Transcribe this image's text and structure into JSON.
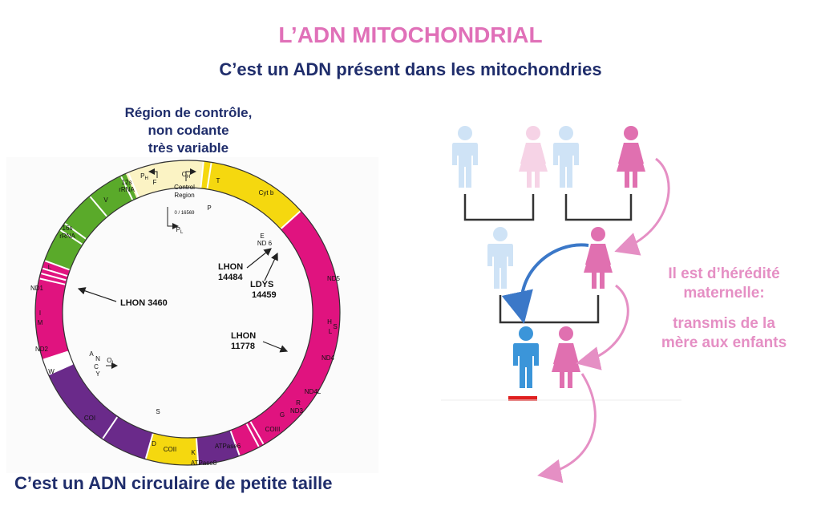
{
  "title": "L’ADN MITOCHONDRIAL",
  "subtitle": "C’est un ADN présent dans les mitochondries",
  "control_region_note": [
    "Région de contrôle,",
    "non codante",
    "très variable"
  ],
  "bottom_caption": "C’est un ADN circulaire de petite taille",
  "heredity_text": {
    "line1": "Il est d’hérédité",
    "line2": "maternelle:",
    "line3": "transmis de la",
    "line4": "mère aux enfants"
  },
  "map": {
    "control_region": [
      "Control",
      "Region"
    ],
    "position": "0 / 16569",
    "labels": {
      "oh": "O",
      "oh_sub": "H",
      "ph": "P",
      "ph_sub": "H",
      "pl": "P",
      "pl_sub": "L",
      "ol": "O",
      "ol_sub": "L",
      "t": "T",
      "p": "P",
      "f": "F",
      "v": "V",
      "l": "L",
      "i": "I",
      "m": "M",
      "w": "W",
      "a": "A",
      "n": "N",
      "c": "C",
      "y": "Y",
      "s": "S",
      "d": "D",
      "k": "K",
      "g": "G",
      "r": "R",
      "e": "E",
      "h": "H",
      "s2": "S",
      "l2": "L",
      "rrna12": [
        "12s",
        "rRNA"
      ],
      "rrna16": [
        "16s",
        "rRNA"
      ],
      "cytb": "Cyt b",
      "nd6": "ND 6",
      "nd5": "ND5",
      "nd4": "ND4",
      "nd4l": "ND4L",
      "nd3": "ND3",
      "coiii": "COIII",
      "atpase6": "ATPase6",
      "atpase8": "ATPase8",
      "coii": "COII",
      "coi": "COI",
      "nd2": "ND2",
      "nd1": "ND1"
    },
    "mutations": {
      "lhon3460": "LHON  3460",
      "lhon14484": [
        "LHON",
        "14484"
      ],
      "ldys": [
        "LDYS",
        "14459"
      ],
      "lhon11778": [
        "LHON",
        "11778"
      ]
    }
  },
  "colors": {
    "title_pink": "#e070b8",
    "navy": "#1f2d6b",
    "green": "#5aaa2a",
    "magenta": "#e0137f",
    "yellow": "#f5d80f",
    "purple": "#6a2a8a",
    "light_blue": "#cfe3f6",
    "blue": "#3b95d9",
    "pink": "#e070b0",
    "light_pink": "#f6d3e6",
    "red": "#e02020"
  }
}
